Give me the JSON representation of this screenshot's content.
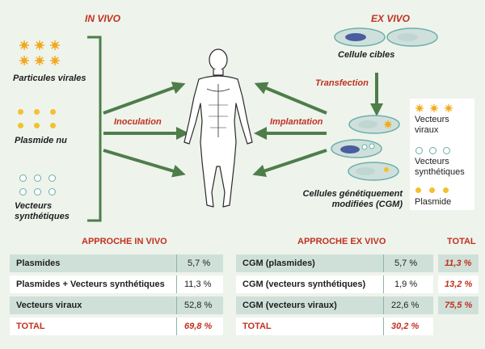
{
  "headers": {
    "in_vivo": "IN VIVO",
    "ex_vivo": "EX VIVO"
  },
  "left_labels": {
    "particules": "Particules virales",
    "plasmide": "Plasmide nu",
    "vecteurs": "Vecteurs synthétiques"
  },
  "arrows": {
    "inoculation": "Inoculation",
    "implantation": "Implantation",
    "transfection": "Transfection"
  },
  "right_labels": {
    "cellules_cibles": "Cellule cibles",
    "cgm": "Cellules génétiquement modifiées (CGM)"
  },
  "legend": {
    "viraux": "Vecteurs viraux",
    "synthetiques": "Vecteurs synthétiques",
    "plasmide": "Plasmide"
  },
  "colors": {
    "arrow": "#4e7d4a",
    "accent": "#c0311f",
    "particle": "#f2a91c",
    "plasmid": "#f2c12e",
    "cell": "#cfe0dc",
    "nucleus": "#4a5d9f",
    "row_alt": "#cfe0d8"
  },
  "table": {
    "title_in": "APPROCHE IN VIVO",
    "title_ex": "APPROCHE EX VIVO",
    "title_total": "TOTAL",
    "rows": [
      {
        "in_label": "Plasmides",
        "in_value": "5,7 %",
        "ex_label": "CGM (plasmides)",
        "ex_value": "5,7 %",
        "total": "11,3 %"
      },
      {
        "in_label": "Plasmides + Vecteurs synthétiques",
        "in_value": "11,3 %",
        "ex_label": "CGM (vecteurs synthétiques)",
        "ex_value": "1,9 %",
        "total": "13,2 %"
      },
      {
        "in_label": "Vecteurs viraux",
        "in_value": "52,8 %",
        "ex_label": "CGM (vecteurs viraux)",
        "ex_value": "22,6 %",
        "total": "75,5 %"
      }
    ],
    "total_row": {
      "in_label": "TOTAL",
      "in_value": "69,8 %",
      "ex_label": "TOTAL",
      "ex_value": "30,2 %"
    }
  }
}
